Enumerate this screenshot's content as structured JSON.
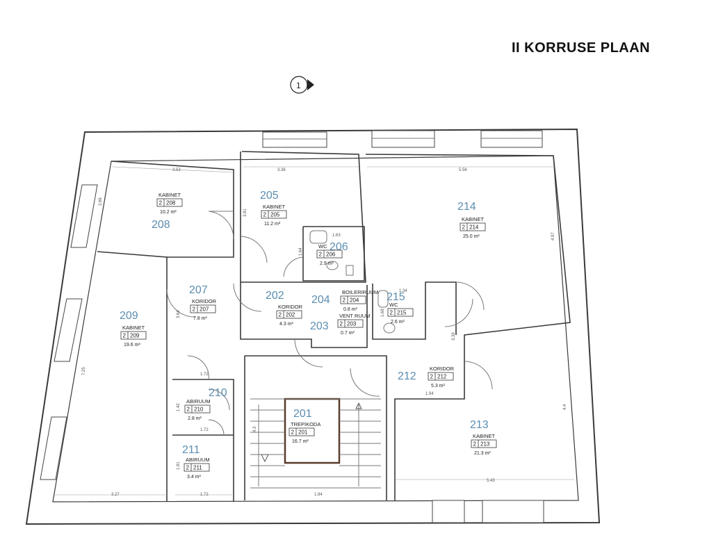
{
  "title": "II KORRUSE PLAAN",
  "section_marker": "1",
  "rooms": [
    {
      "id": "208",
      "name": "KABINET",
      "floor": "2",
      "tag": "208",
      "area": "10.2 m²"
    },
    {
      "id": "205",
      "name": "KABINET",
      "floor": "2",
      "tag": "205",
      "area": "11.2 m²"
    },
    {
      "id": "214",
      "name": "KABINET",
      "floor": "2",
      "tag": "214",
      "area": "25.0 m²"
    },
    {
      "id": "206",
      "name": "WC",
      "floor": "2",
      "tag": "206",
      "area": "2.9 m²"
    },
    {
      "id": "207",
      "name": "KORIDOR",
      "floor": "2",
      "tag": "207",
      "area": "7.8 m²"
    },
    {
      "id": "202",
      "name": "KORIDOR",
      "floor": "2",
      "tag": "202",
      "area": "4.3 m²"
    },
    {
      "id": "204",
      "name": "BOILERIRUUM",
      "floor": "2",
      "tag": "204",
      "area": "0.8 m²"
    },
    {
      "id": "203",
      "name": "VENT RUUM",
      "floor": "2",
      "tag": "203",
      "area": "0.7 m²"
    },
    {
      "id": "215",
      "name": "WC",
      "floor": "2",
      "tag": "215",
      "area": "2.6 m²"
    },
    {
      "id": "209",
      "name": "KABINET",
      "floor": "2",
      "tag": "209",
      "area": "19.6 m²"
    },
    {
      "id": "212",
      "name": "KORIDOR",
      "floor": "2",
      "tag": "212",
      "area": "5.3 m²"
    },
    {
      "id": "210",
      "name": "ABIRUUM",
      "floor": "2",
      "tag": "210",
      "area": "2.8 m²"
    },
    {
      "id": "201",
      "name": "TREPIKODA",
      "floor": "2",
      "tag": "201",
      "area": "16.7 m²"
    },
    {
      "id": "213",
      "name": "KABINET",
      "floor": "2",
      "tag": "213",
      "area": "21.3 m²"
    },
    {
      "id": "211",
      "name": "ABIRUUM",
      "floor": "2",
      "tag": "211",
      "area": "3.4 m²"
    }
  ],
  "dimensions": [
    "3.53",
    "3.36",
    "5.56",
    "2.66",
    "3.81",
    "4.97",
    "1.63",
    "1.64",
    "3.64",
    "1.34",
    "1.68",
    "3.39",
    "7.25",
    "1.72",
    "1.42",
    "1.72",
    "4.3",
    "1.94",
    "4.4",
    "1.81",
    "3.27",
    "1.72",
    "1.84",
    "5.43"
  ]
}
